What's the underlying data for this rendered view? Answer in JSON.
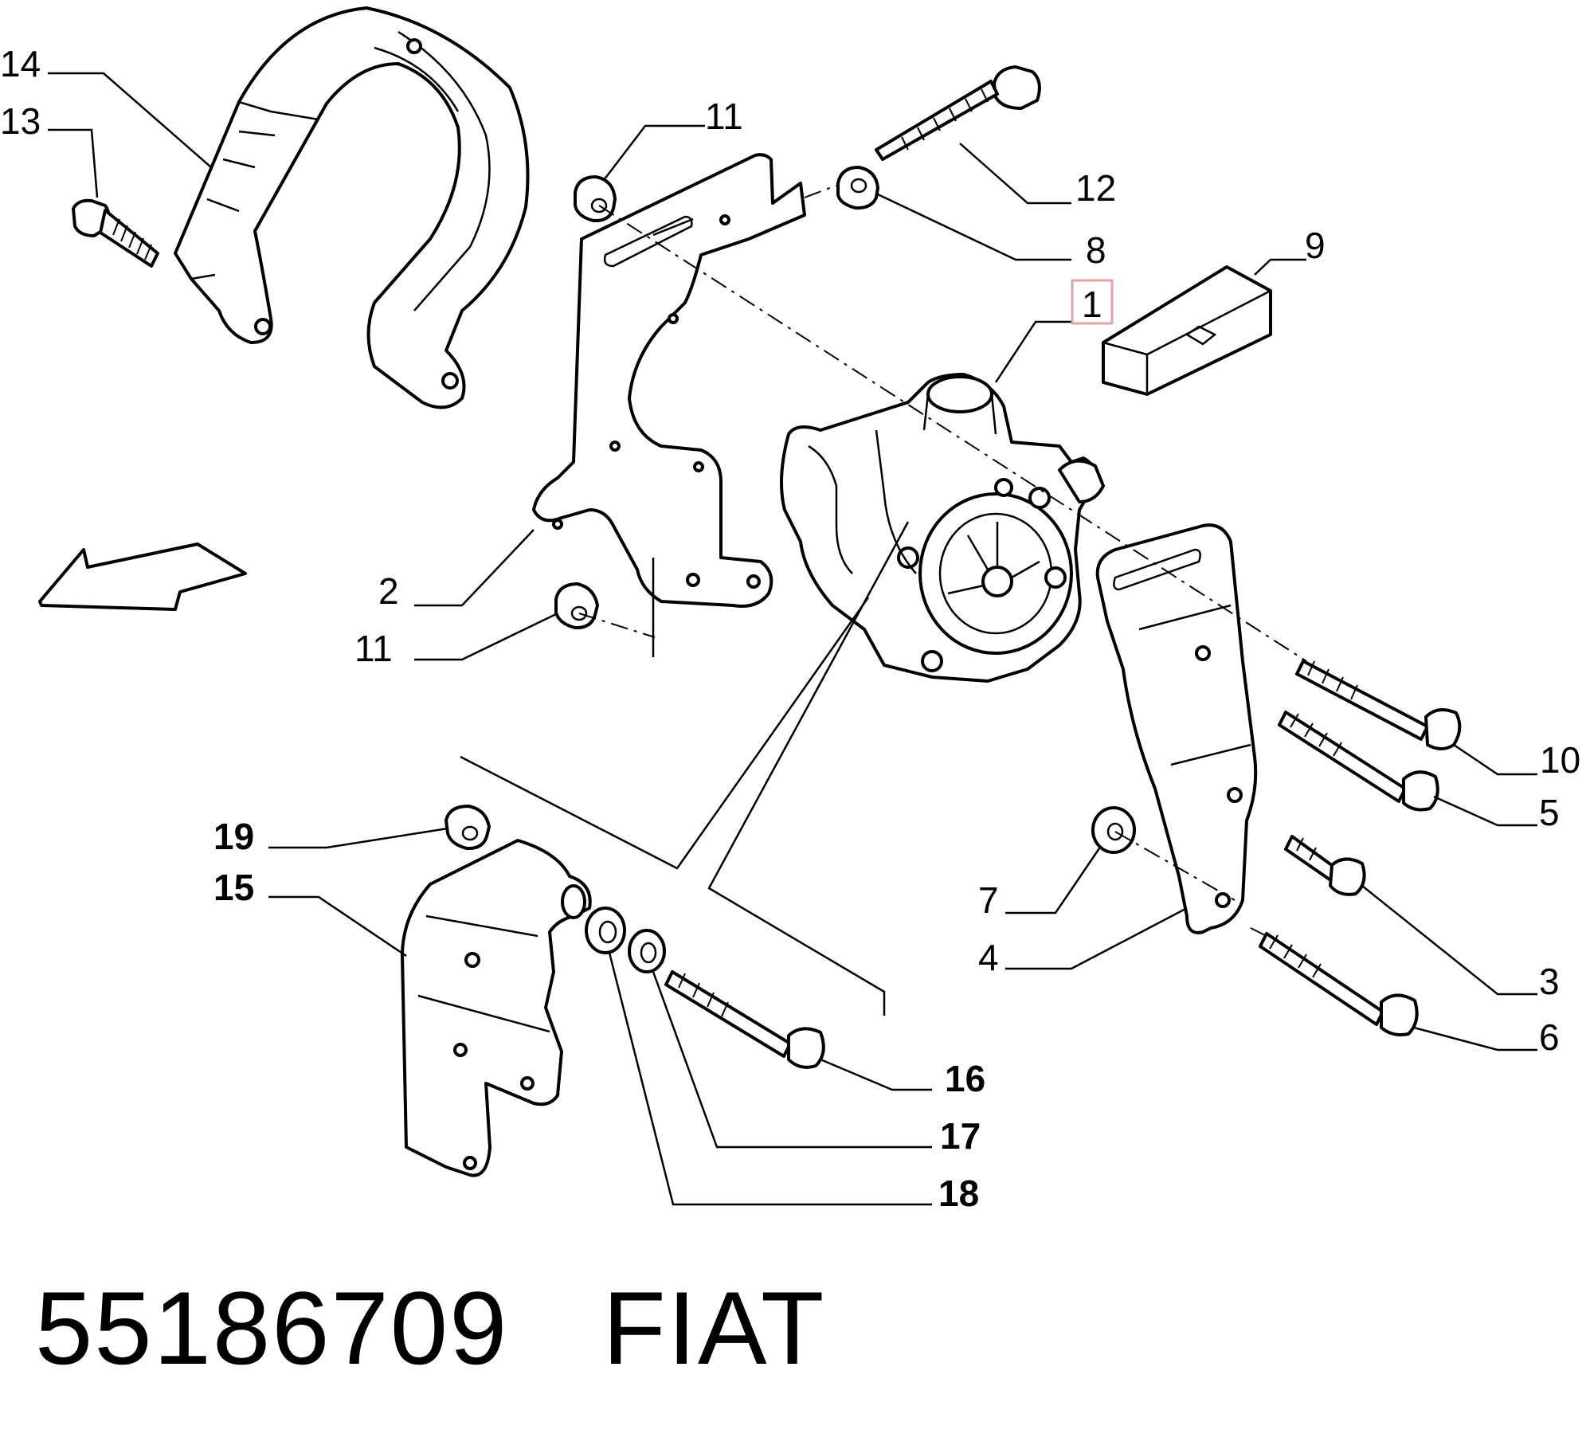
{
  "diagram": {
    "highlight_color": "#e8a0a8",
    "callouts": [
      "14",
      "13",
      "11",
      "12",
      "8",
      "9",
      "1",
      "2",
      "11",
      "10",
      "5",
      "19",
      "15",
      "7",
      "4",
      "3",
      "6",
      "16",
      "17",
      "18"
    ]
  },
  "footer": {
    "part_number": "55186709",
    "brand": "FIAT"
  }
}
